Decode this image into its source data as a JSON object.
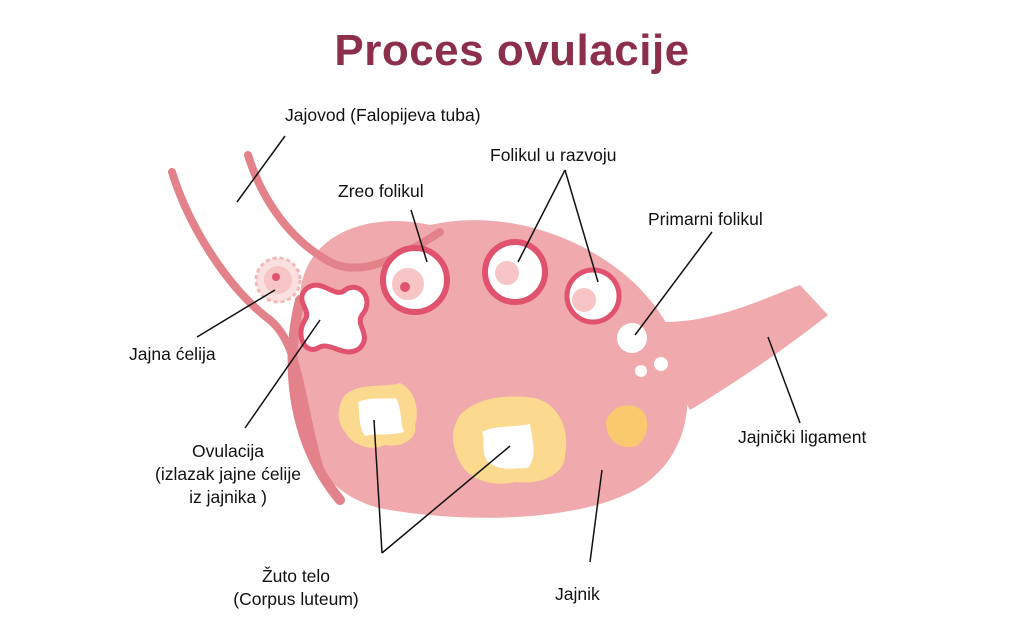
{
  "title": "Proces ovulacije",
  "labels": {
    "fallopian_tube": "Jajovod (Falopijeva tuba)",
    "developing_follicle": "Folikul u razvoju",
    "mature_follicle": "Zreo folikul",
    "primary_follicle": "Primarni folikul",
    "egg_cell": "Jajna ćelija",
    "ovarian_ligament": "Jajnički ligament",
    "ovulation_1": "Ovulacija",
    "ovulation_2": "(izlazak jajne ćelije",
    "ovulation_3": "iz jajnika )",
    "corpus_luteum_1": "Žuto telo",
    "corpus_luteum_2": "(Corpus luteum)",
    "ovary": "Jajnik"
  },
  "colors": {
    "title": "#8c2f4a",
    "ovary_fill": "#f0a9ac",
    "ovary_rim": "#e3828b",
    "follicle_ring": "#e0526e",
    "egg": "#f7c5c5",
    "corpus_outer": "#fbd98f",
    "corpus_inner": "#ffffff",
    "leader_line": "#111111"
  }
}
